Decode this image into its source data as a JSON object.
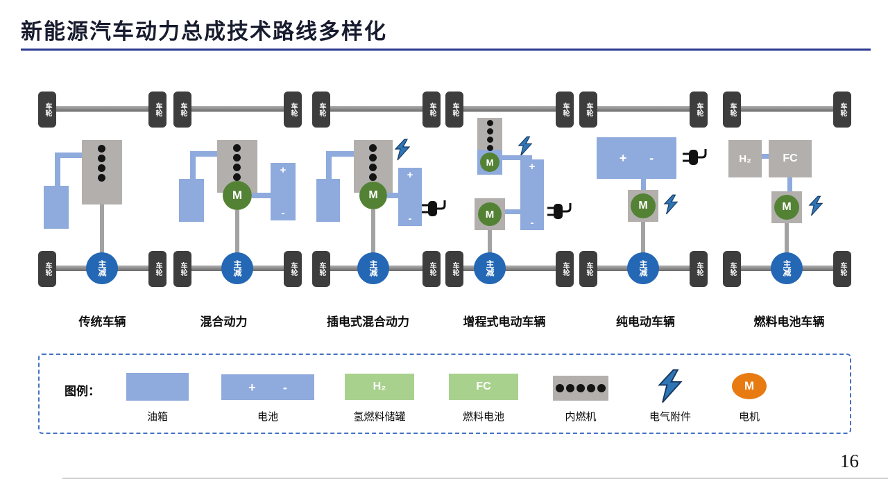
{
  "title": "新能源汽车动力总成技术路线多样化",
  "page_number": "16",
  "labels": {
    "wheel": "车轮",
    "reducer": "主减",
    "motor": "M",
    "plus": "+",
    "minus": "-",
    "h2": "H₂",
    "fc": "FC"
  },
  "vehicles": [
    {
      "label": "传统车辆"
    },
    {
      "label": "混合动力"
    },
    {
      "label": "插电式混合动力"
    },
    {
      "label": "增程式电动车辆"
    },
    {
      "label": "纯电动车辆"
    },
    {
      "label": "燃料电池车辆"
    }
  ],
  "legend": {
    "title": "图例：",
    "items": [
      {
        "label": "油箱"
      },
      {
        "label": "电池"
      },
      {
        "label": "氢燃料储罐"
      },
      {
        "label": "燃料电池"
      },
      {
        "label": "内燃机"
      },
      {
        "label": "电气附件"
      },
      {
        "label": "电机"
      }
    ]
  },
  "colors": {
    "component_blue": "#8faadc",
    "reducer_blue": "#2467b4",
    "motor_green": "#548235",
    "component_gray": "#b2afad",
    "legend_green": "#a9d18e",
    "motor_orange": "#e87a12",
    "accent_navy": "#2b3990",
    "dashed_border_blue": "#4472c4",
    "lightning_blue": "#2e75b6"
  }
}
